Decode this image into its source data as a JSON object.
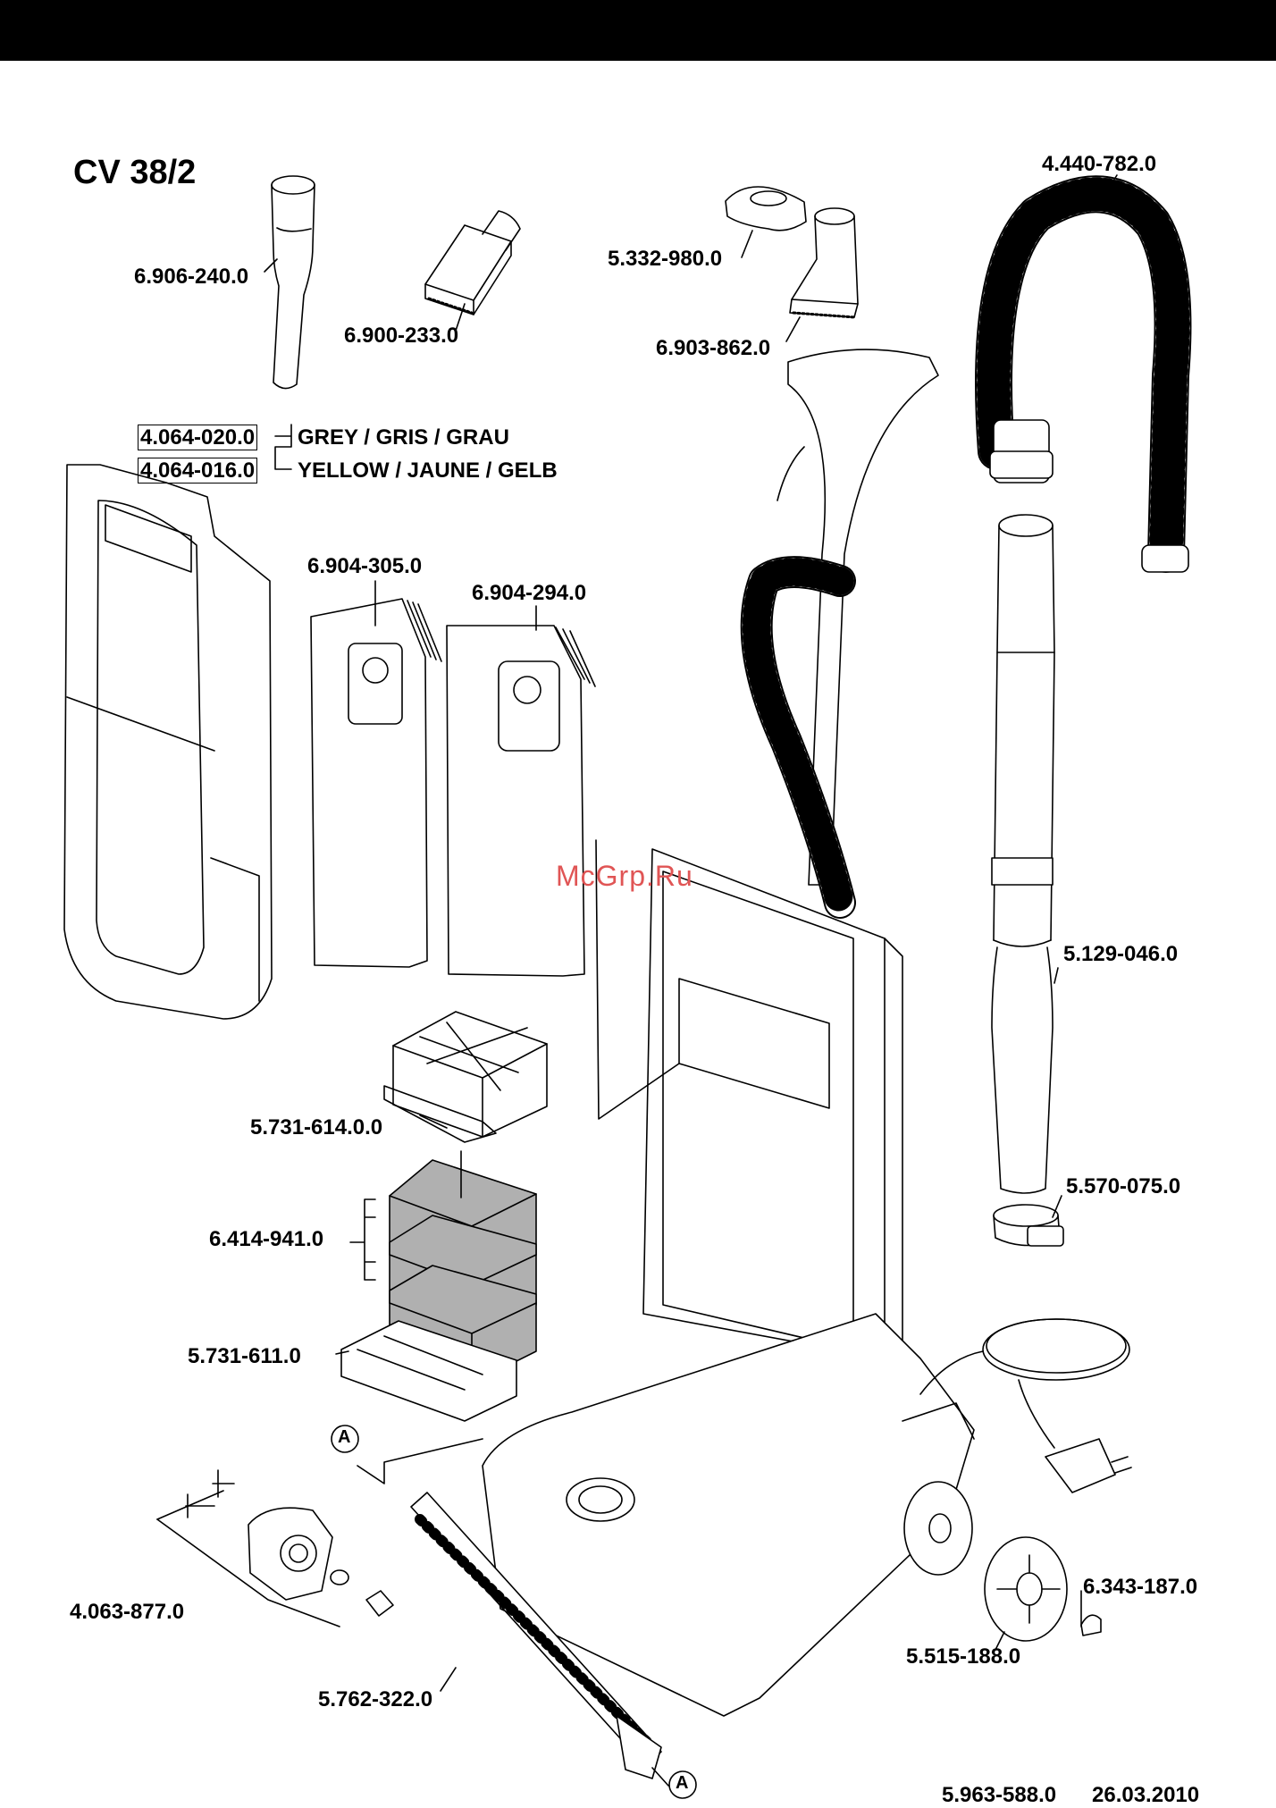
{
  "model": "CV 38/2",
  "watermark": "McGrp.Ru",
  "parts": {
    "p6906": "6.906-240.0",
    "p6900": "6.900-233.0",
    "p5332": "5.332-980.0",
    "p6903": "6.903-862.0",
    "p4440": "4.440-782.0",
    "p4064_020": "4.064-020.0",
    "p4064_016": "4.064-016.0",
    "p6904_305": "6.904-305.0",
    "p6904_294": "6.904-294.0",
    "p5129": "5.129-046.0",
    "p5731_614": "5.731-614.0.0",
    "p5570": "5.570-075.0",
    "p6414": "6.414-941.0",
    "p5731_611": "5.731-611.0",
    "p4063": "4.063-877.0",
    "p6343": "6.343-187.0",
    "p5515": "5.515-188.0",
    "p5762": "5.762-322.0"
  },
  "colors": {
    "grey": "GREY / GRIS / GRAU",
    "yellow": "YELLOW / JAUNE / GELB"
  },
  "ref_marker": "A",
  "footer": {
    "doc": "5.963-588.0",
    "date": "26.03.2010"
  }
}
